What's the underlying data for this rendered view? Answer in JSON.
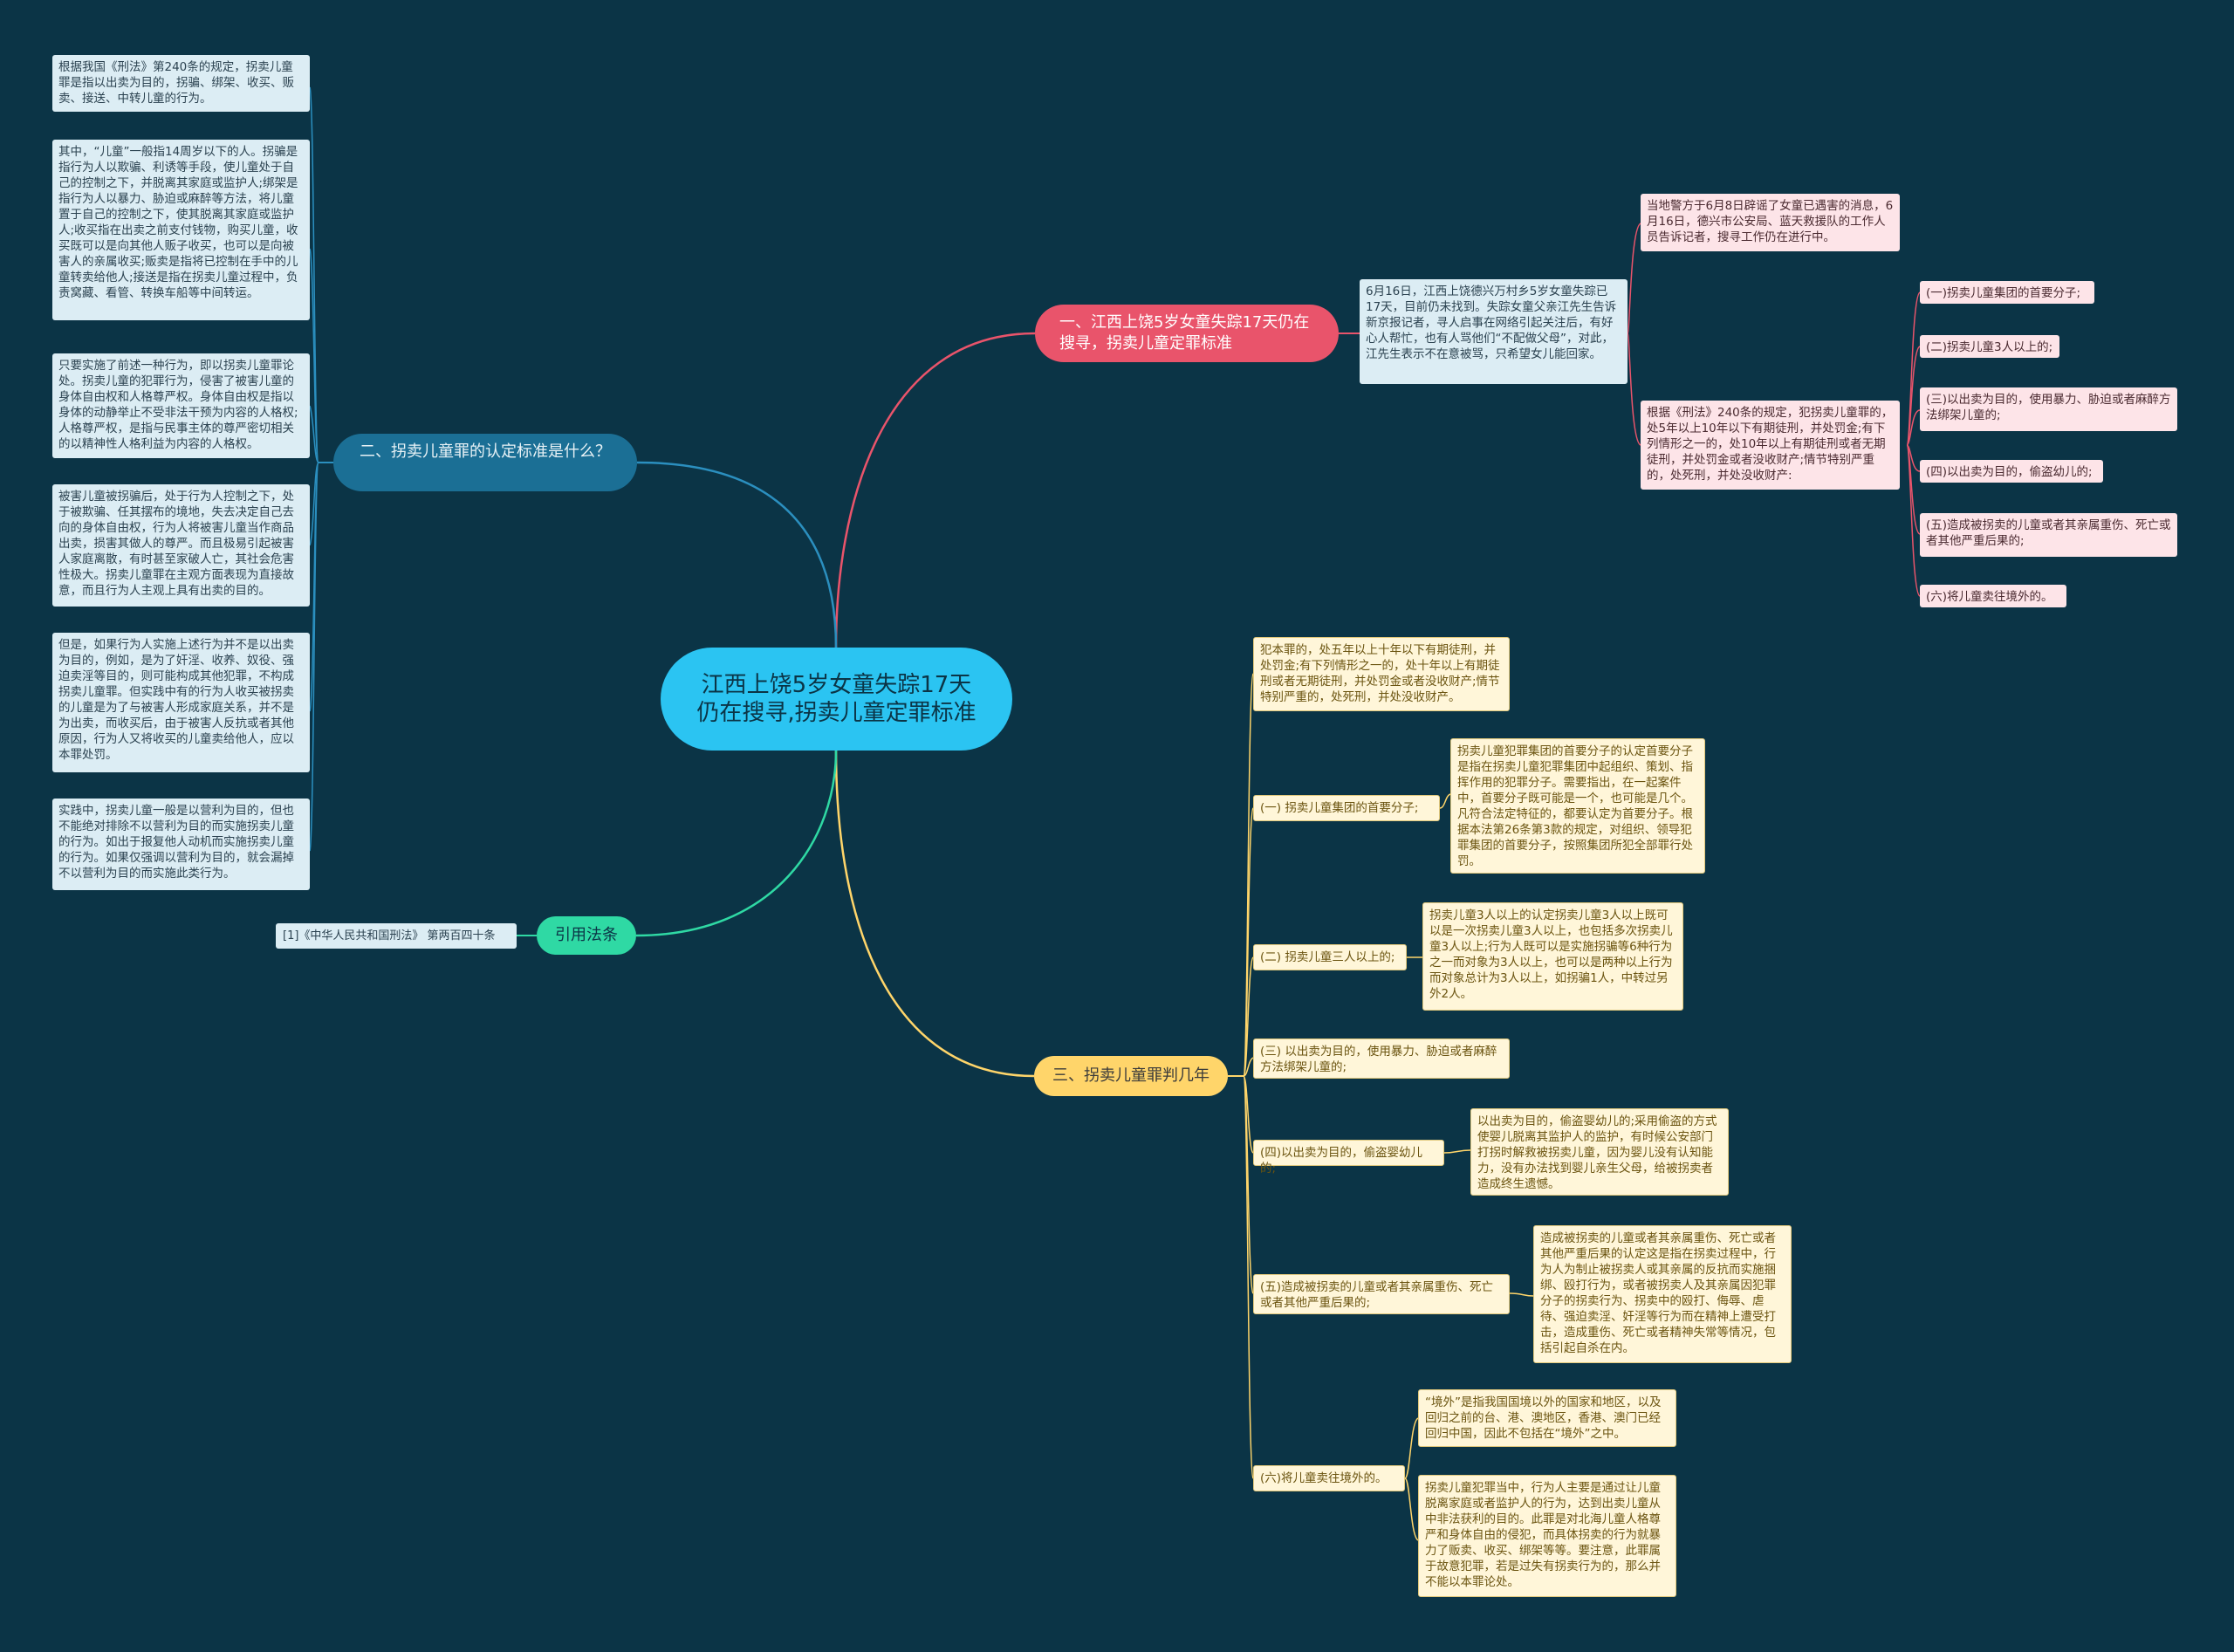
{
  "root": "江西上饶5岁女童失踪17天仍在搜寻,拐卖儿童定罪标准",
  "branch1": {
    "title": "一、江西上饶5岁女童失踪17天仍在搜寻，拐卖儿童定罪标准",
    "detail": "6月16日，江西上饶德兴万村乡5岁女童失踪已17天，目前仍未找到。失踪女童父亲江先生告诉新京报记者，寻人启事在网络引起关注后，有好心人帮忙，也有人骂他们“不配做父母”，对此，江先生表示不在意被骂，只希望女儿能回家。",
    "police": "当地警方于6月8日辟谣了女童已遇害的消息，6月16日，德兴市公安局、蓝天救援队的工作人员告诉记者，搜寻工作仍在进行中。",
    "law": "根据《刑法》240条的规定，犯拐卖儿童罪的，处5年以上10年以下有期徒刑，并处罚金;有下列情形之一的，处10年以上有期徒刑或者无期徒刑，并处罚金或者没收财产;情节特别严重的，处死刑，并处没收财产:",
    "items": [
      "(一)拐卖儿童集团的首要分子;",
      "(二)拐卖儿童3人以上的;",
      "(三)以出卖为目的，使用暴力、胁迫或者麻醉方法绑架儿童的;",
      "(四)以出卖为目的，偷盗幼儿的;",
      "(五)造成被拐卖的儿童或者其亲属重伤、死亡或者其他严重后果的;",
      "(六)将儿童卖往境外的。"
    ]
  },
  "branch2": {
    "title": "二、拐卖儿童罪的认定标准是什么？",
    "notes": [
      "根据我国《刑法》第240条的规定，拐卖儿童罪是指以出卖为目的，拐骗、绑架、收买、贩卖、接送、中转儿童的行为。",
      "其中，“儿童”一般指14周岁以下的人。拐骗是指行为人以欺骗、利诱等手段，使儿童处于自己的控制之下，并脱离其家庭或监护人;绑架是指行为人以暴力、胁迫或麻醉等方法，将儿童置于自己的控制之下，使其脱离其家庭或监护人;收买指在出卖之前支付钱物，购买儿童，收买既可以是向其他人贩子收买，也可以是向被害人的亲属收买;贩卖是指将已控制在手中的儿童转卖给他人;接送是指在拐卖儿童过程中，负责窝藏、看管、转换车船等中间转运。",
      "只要实施了前述一种行为，即以拐卖儿童罪论处。拐卖儿童的犯罪行为，侵害了被害儿童的身体自由权和人格尊严权。身体自由权是指以身体的动静举止不受非法干预为内容的人格权;人格尊严权，是指与民事主体的尊严密切相关的以精神性人格利益为内容的人格权。",
      "被害儿童被拐骗后，处于行为人控制之下，处于被欺骗、任其摆布的境地，失去决定自己去向的身体自由权，行为人将被害儿童当作商品出卖，损害其做人的尊严。而且极易引起被害人家庭离散，有时甚至家破人亡，其社会危害性极大。拐卖儿童罪在主观方面表现为直接故意，而且行为人主观上具有出卖的目的。",
      "但是，如果行为人实施上述行为并不是以出卖为目的，例如，是为了奸淫、收养、奴役、强迫卖淫等目的，则可能构成其他犯罪，不构成拐卖儿童罪。但实践中有的行为人收买被拐卖的儿童是为了与被害人形成家庭关系，并不是为出卖，而收买后，由于被害人反抗或者其他原因，行为人又将收买的儿童卖给他人，应以本罪处罚。",
      "实践中，拐卖儿童一般是以营利为目的，但也不能绝对排除不以营利为目的而实施拐卖儿童的行为。如出于报复他人动机而实施拐卖儿童的行为。如果仅强调以营利为目的，就会漏掉不以营利为目的而实施此类行为。"
    ]
  },
  "branch3": {
    "title": "三、拐卖儿童罪判几年",
    "intro": "犯本罪的，处五年以上十年以下有期徒刑，并处罚金;有下列情形之一的，处十年以上有期徒刑或者无期徒刑，并处罚金或者没收财产;情节特别严重的，处死刑，并处没收财产。",
    "items": [
      {
        "label": "(一) 拐卖儿童集团的首要分子;",
        "details": [
          "拐卖儿童犯罪集团的首要分子的认定首要分子是指在拐卖儿童犯罪集团中起组织、策划、指挥作用的犯罪分子。需要指出，在一起案件中，首要分子既可能是一个，也可能是几个。凡符合法定特征的，都要认定为首要分子。根据本法第26条第3款的规定，对组织、领导犯罪集团的首要分子，按照集团所犯全部罪行处罚。"
        ]
      },
      {
        "label": "(二) 拐卖儿童三人以上的;",
        "details": [
          "拐卖儿童3人以上的认定拐卖儿童3人以上既可以是一次拐卖儿童3人以上，也包括多次拐卖儿童3人以上;行为人既可以是实施拐骗等6种行为之一而对象为3人以上，也可以是两种以上行为而对象总计为3人以上，如拐骗1人，中转过另外2人。"
        ]
      },
      {
        "label": "(三) 以出卖为目的，使用暴力、胁迫或者麻醉方法绑架儿童的;",
        "details": []
      },
      {
        "label": "(四)以出卖为目的，偷盗婴幼儿的;",
        "details": [
          "以出卖为目的，偷盗婴幼儿的;采用偷盗的方式使婴儿脱离其监护人的监护，有时候公安部门打拐时解救被拐卖儿童，因为婴儿没有认知能力，没有办法找到婴儿亲生父母，给被拐卖者造成终生遗憾。"
        ]
      },
      {
        "label": "(五)造成被拐卖的儿童或者其亲属重伤、死亡或者其他严重后果的;",
        "details": [
          "造成被拐卖的儿童或者其亲属重伤、死亡或者其他严重后果的认定这是指在拐卖过程中，行为人为制止被拐卖人或其亲属的反抗而实施捆绑、殴打行为，或者被拐卖人及其亲属因犯罪分子的拐卖行为、拐卖中的殴打、侮辱、虐待、强迫卖淫、奸淫等行为而在精神上遭受打击，造成重伤、死亡或者精神失常等情况，包括引起自杀在内。"
        ]
      },
      {
        "label": "(六)将儿童卖往境外的。",
        "details": [
          "“境外”是指我国国境以外的国家和地区，以及回归之前的台、港、澳地区，香港、澳门已经回归中国，因此不包括在“境外”之中。",
          "拐卖儿童犯罪当中，行为人主要是通过让儿童脱离家庭或者监护人的行为，达到出卖儿童从中非法获利的目的。此罪是对北海儿童人格尊严和身体自由的侵犯，而具体拐卖的行为就暴力了贩卖、收买、绑架等等。要注意，此罪属于故意犯罪，若是过失有拐卖行为的，那么并不能以本罪论处。"
        ]
      }
    ]
  },
  "branch4": {
    "title": "引用法条",
    "citation": "[1]《中华人民共和国刑法》 第两百四十条"
  },
  "colors": {
    "background": "#0b3446",
    "center": "#2bc4f2",
    "branch1": "#e9546b",
    "branch2": "#1b6f95",
    "branch3": "#ffd56a",
    "branch4": "#2fd9a4"
  }
}
